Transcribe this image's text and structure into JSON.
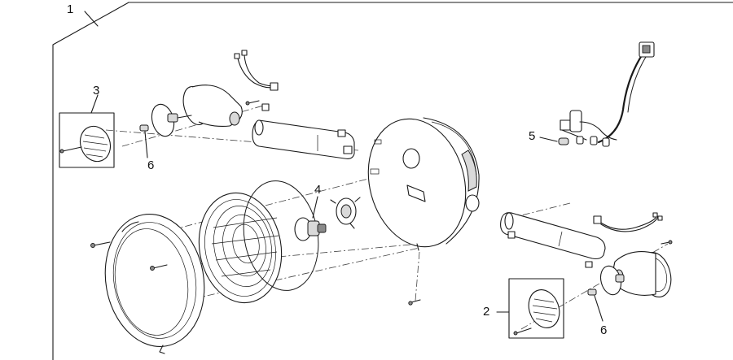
{
  "callouts": [
    {
      "id": "1",
      "text": "1"
    },
    {
      "id": "2",
      "text": "2"
    },
    {
      "id": "3",
      "text": "3"
    },
    {
      "id": "4",
      "text": "4"
    },
    {
      "id": "5",
      "text": "5"
    },
    {
      "id": "6a",
      "text": "6"
    },
    {
      "id": "6b",
      "text": "6"
    }
  ],
  "colors": {
    "line": "#1a1a1a",
    "shade": "#d9d9d9",
    "dark": "#8a8a8a",
    "background": "#ffffff"
  }
}
